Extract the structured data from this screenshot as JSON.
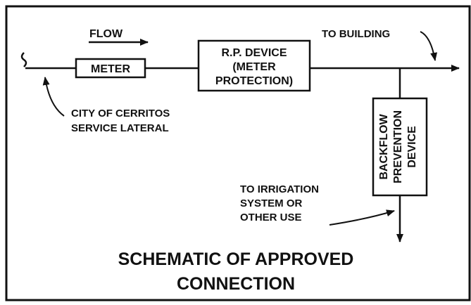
{
  "diagram": {
    "flow_label": "FLOW",
    "meter_label": "METER",
    "rp_device": {
      "line1": "R.P. DEVICE",
      "line2": "(METER",
      "line3": "PROTECTION)"
    },
    "to_building_label": "TO BUILDING",
    "service_lateral": {
      "line1": "CITY OF CERRITOS",
      "line2": "SERVICE LATERAL"
    },
    "backflow_device": {
      "line1": "BACKFLOW",
      "line2": "PREVENTION",
      "line3": "DEVICE"
    },
    "irrigation": {
      "line1": "TO IRRIGATION",
      "line2": "SYSTEM OR",
      "line3": "OTHER USE"
    },
    "title": {
      "line1": "SCHEMATIC OF APPROVED",
      "line2": "CONNECTION"
    }
  },
  "colors": {
    "ink": "#111111",
    "background": "#ffffff"
  }
}
